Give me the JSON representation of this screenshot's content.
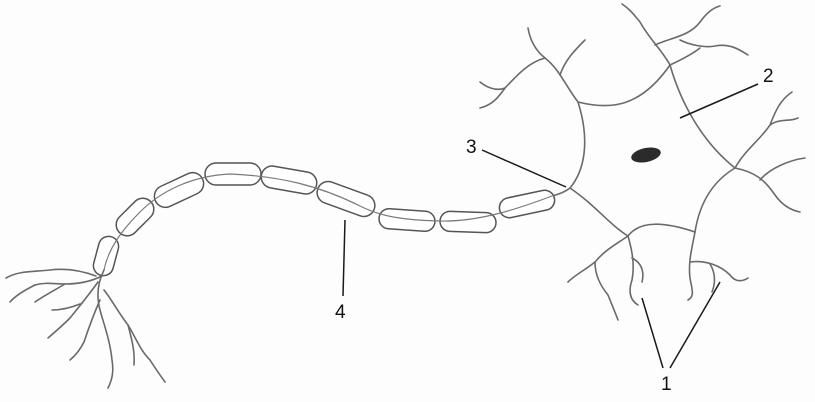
{
  "diagram": {
    "labels": {
      "label_1": "1",
      "label_2": "2",
      "label_3": "3",
      "label_4": "4"
    },
    "colors": {
      "line": "#6a6a6a",
      "nucleus": "#2b2b2b",
      "background": "#fdfdfd"
    }
  }
}
